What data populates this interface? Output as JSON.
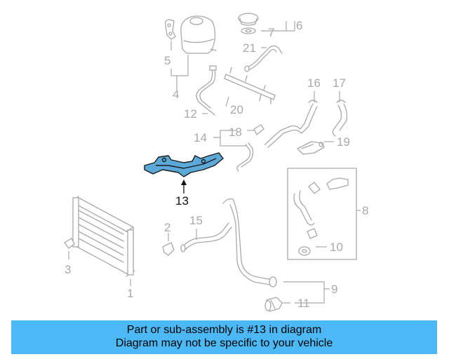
{
  "diagram": {
    "part_labels": [
      "1",
      "2",
      "3",
      "4",
      "5",
      "6",
      "7",
      "8",
      "9",
      "10",
      "11",
      "12",
      "13",
      "14",
      "15",
      "16",
      "17",
      "18",
      "19",
      "20",
      "21"
    ],
    "highlighted_part": "13",
    "colors": {
      "line": "#a9a9a9",
      "highlight_fill": "#5aa9d8",
      "highlight_outline": "#1a1a1a",
      "caption_bg": "#4cb8f5"
    }
  },
  "caption": {
    "line1": "Part or sub-assembly is #13 in diagram",
    "line2": "Diagram may not be specific to your vehicle"
  }
}
